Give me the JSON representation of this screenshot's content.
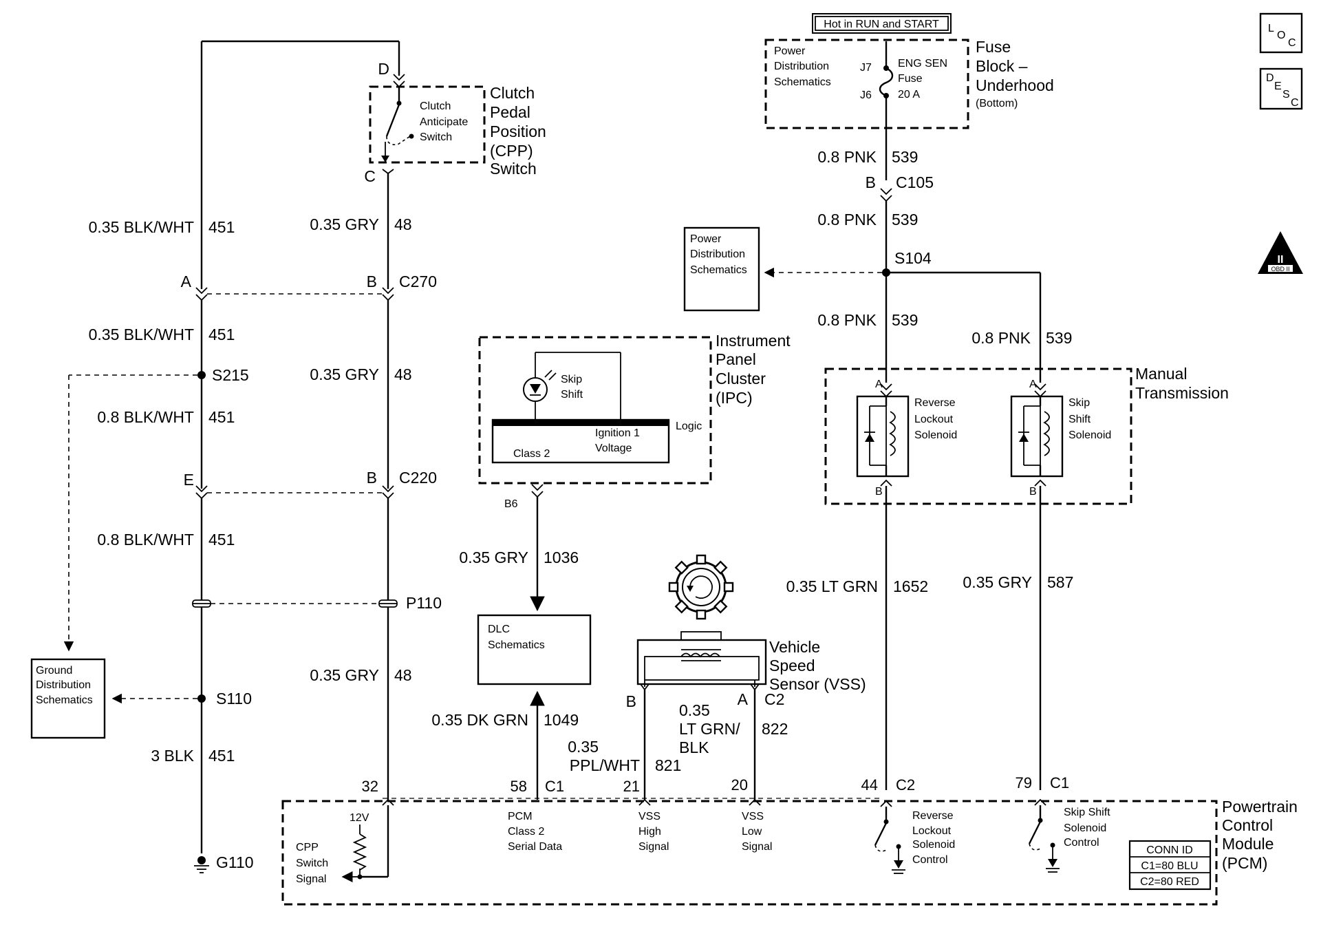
{
  "header": {
    "power_note": "Hot in RUN and START"
  },
  "badges": {
    "loc": {
      "l": "L",
      "o": "O",
      "c": "C"
    },
    "desc": {
      "d": "D",
      "e": "E",
      "s": "S",
      "c": "C"
    },
    "obd": {
      "mark": "II",
      "label": "OBD II"
    }
  },
  "fuse_block": {
    "ref": "Power Distribution Schematics",
    "ref_lines": [
      "Power",
      "Distribution",
      "Schematics"
    ],
    "pin_top": "J7",
    "pin_bottom": "J6",
    "fuse_lines": [
      "ENG SEN",
      "Fuse",
      "20 A"
    ],
    "title_lines": [
      "Fuse",
      "Block –",
      "Underhood"
    ],
    "subtitle": "(Bottom)"
  },
  "power_ref_box": {
    "lines": [
      "Power",
      "Distribution",
      "Schematics"
    ]
  },
  "ground_ref_box": {
    "lines": [
      "Ground",
      "Distribution",
      "Schematics"
    ]
  },
  "dlc_box": {
    "lines": [
      "DLC",
      "Schematics"
    ]
  },
  "cpp_switch": {
    "inner_lines": [
      "Clutch",
      "Anticipate",
      "Switch"
    ],
    "title_lines": [
      "Clutch",
      "Pedal",
      "Position",
      "(CPP)",
      "Switch"
    ],
    "pin_top": "D",
    "pin_bottom": "C"
  },
  "ipc": {
    "title_lines": [
      "Instrument",
      "Panel",
      "Cluster",
      "(IPC)"
    ],
    "lamp_lines": [
      "Skip",
      "Shift"
    ],
    "logic": "Logic",
    "ign_lines": [
      "Ignition 1",
      "Voltage"
    ],
    "class2": "Class 2",
    "pin": "B6"
  },
  "manual_trans": {
    "title_lines": [
      "Manual",
      "Transmission"
    ],
    "reverse_solenoid": [
      "Reverse",
      "Lockout",
      "Solenoid"
    ],
    "skip_solenoid": [
      "Skip",
      "Shift",
      "Solenoid"
    ],
    "pin_a": "A",
    "pin_b": "B"
  },
  "vss": {
    "title_lines": [
      "Vehicle",
      "Speed",
      "Sensor (VSS)"
    ],
    "pin_b": "B",
    "pin_a": "A",
    "conn": "C2"
  },
  "pcm": {
    "title_lines": [
      "Powertrain",
      "Control",
      "Module",
      "(PCM)"
    ],
    "voltage": "12V",
    "cpp_signal": [
      "CPP",
      "Switch",
      "Signal"
    ],
    "class2": [
      "PCM",
      "Class 2",
      "Serial Data"
    ],
    "vss_high": [
      "VSS",
      "High",
      "Signal"
    ],
    "vss_low": [
      "VSS",
      "Low",
      "Signal"
    ],
    "reverse_ctrl": [
      "Reverse",
      "Lockout",
      "Solenoid",
      "Control"
    ],
    "skip_ctrl": [
      "Skip Shift",
      "Solenoid",
      "Control"
    ],
    "conn_id": {
      "title": "CONN ID",
      "c1": "C1=80 BLU",
      "c2": "C2=80 RED"
    },
    "pins": {
      "p32": "32",
      "p58": "58",
      "c1a": "C1",
      "p21": "21",
      "p20": "20",
      "p44": "44",
      "c2": "C2",
      "p79": "79",
      "c1b": "C1"
    }
  },
  "connectors": {
    "c105_pin": "B",
    "c105": "C105",
    "s104": "S104",
    "c270_a": "A",
    "c270_b": "B",
    "c270": "C270",
    "s215": "S215",
    "c220_e": "E",
    "c220_b": "B",
    "c220": "C220",
    "p110": "P110",
    "s110": "S110",
    "g110": "G110"
  },
  "wires": {
    "pnk1": {
      "gauge": "0.8 PNK",
      "circuit": "539"
    },
    "pnk2": {
      "gauge": "0.8 PNK",
      "circuit": "539"
    },
    "pnk3": {
      "gauge": "0.8 PNK",
      "circuit": "539"
    },
    "pnk4": {
      "gauge": "0.8 PNK",
      "circuit": "539"
    },
    "bw1": {
      "gauge": "0.35 BLK/WHT",
      "circuit": "451"
    },
    "bw2": {
      "gauge": "0.35 BLK/WHT",
      "circuit": "451"
    },
    "bw3": {
      "gauge": "0.8 BLK/WHT",
      "circuit": "451"
    },
    "bw4": {
      "gauge": "0.8 BLK/WHT",
      "circuit": "451"
    },
    "blk": {
      "gauge": "3 BLK",
      "circuit": "451"
    },
    "gry1": {
      "gauge": "0.35 GRY",
      "circuit": "48"
    },
    "gry2": {
      "gauge": "0.35 GRY",
      "circuit": "48"
    },
    "gry3": {
      "gauge": "0.35 GRY",
      "circuit": "48"
    },
    "gry1036": {
      "gauge": "0.35 GRY",
      "circuit": "1036"
    },
    "dkgrn": {
      "gauge": "0.35 DK GRN",
      "circuit": "1049"
    },
    "ppl": {
      "gauge_lines": [
        "0.35",
        "PPL/WHT"
      ],
      "circuit": "821"
    },
    "ltgrnblk": {
      "gauge_lines": [
        "0.35",
        "LT GRN/",
        "BLK"
      ],
      "circuit": "822"
    },
    "ltgrn": {
      "gauge": "0.35 LT GRN",
      "circuit": "1652"
    },
    "gry587": {
      "gauge": "0.35 GRY",
      "circuit": "587"
    }
  }
}
